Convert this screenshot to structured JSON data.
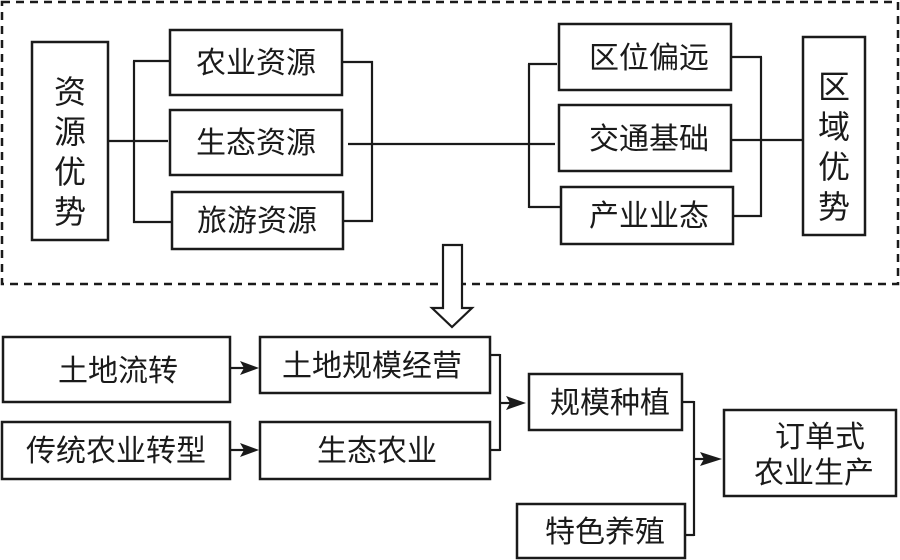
{
  "diagram": {
    "top_group": {
      "resource_advantage": {
        "title_chars": [
          "资",
          "源",
          "优",
          "势"
        ],
        "items": [
          "农业资源",
          "生态资源",
          "旅游资源"
        ]
      },
      "regional_advantage": {
        "title_chars": [
          "区",
          "域",
          "优",
          "势"
        ],
        "items": [
          "区位偏远",
          "交通基础",
          "产业业态"
        ]
      }
    },
    "bottom_flow": {
      "land_transfer": "土地流转",
      "traditional_transform": "传统农业转型",
      "land_scale": "土地规模经营",
      "eco_agriculture": "生态农业",
      "scale_planting": "规模种植",
      "special_breeding": "特色养殖",
      "order_agriculture_lines": [
        "订单式",
        "农业生产"
      ]
    }
  }
}
